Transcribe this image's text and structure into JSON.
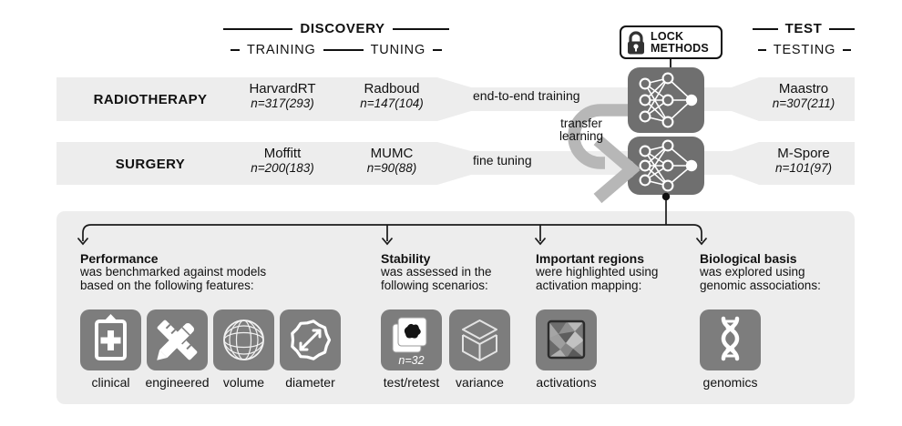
{
  "colors": {
    "band_gray": "#ededed",
    "icon_gray": "#7d7d7d",
    "network_gray": "#6f6f6f",
    "transfer_arrow_gray": "#b7b7b7",
    "text": "#111111"
  },
  "header": {
    "discovery": "DISCOVERY",
    "training": "TRAINING",
    "tuning": "TUNING",
    "lock_line1": "LOCK",
    "lock_line2": "METHODS",
    "test": "TEST",
    "testing": "TESTING"
  },
  "rows": [
    {
      "label": "RADIOTHERAPY",
      "training_cohort": "HarvardRT",
      "training_n": "n=317(293)",
      "tuning_cohort": "Radboud",
      "tuning_n": "n=147(104)",
      "process": "end-to-end training",
      "test_cohort": "Maastro",
      "test_n": "n=307(211)"
    },
    {
      "label": "SURGERY",
      "training_cohort": "Moffitt",
      "training_n": "n=200(183)",
      "tuning_cohort": "MUMC",
      "tuning_n": "n=90(88)",
      "process": "fine tuning",
      "test_cohort": "M-Spore",
      "test_n": "n=101(97)"
    }
  ],
  "transfer_label": {
    "line1": "transfer",
    "line2": "learning"
  },
  "analyses": [
    {
      "title": "Performance",
      "line1": "was benchmarked against models",
      "line2": "based on the following features:",
      "icons": [
        {
          "label": "clinical"
        },
        {
          "label": "engineered"
        },
        {
          "label": "volume"
        },
        {
          "label": "diameter"
        }
      ]
    },
    {
      "title": "Stability",
      "line1": "was assessed in the",
      "line2": "following scenarios:",
      "icons": [
        {
          "label": "test/retest",
          "badge": "n=32"
        },
        {
          "label": "variance"
        }
      ]
    },
    {
      "title": "Important regions",
      "line1": "were highlighted using",
      "line2": "activation mapping:",
      "icons": [
        {
          "label": "activations"
        }
      ]
    },
    {
      "title": "Biological basis",
      "line1": "was explored using",
      "line2": "genomic associations:",
      "icons": [
        {
          "label": "genomics"
        }
      ]
    }
  ]
}
